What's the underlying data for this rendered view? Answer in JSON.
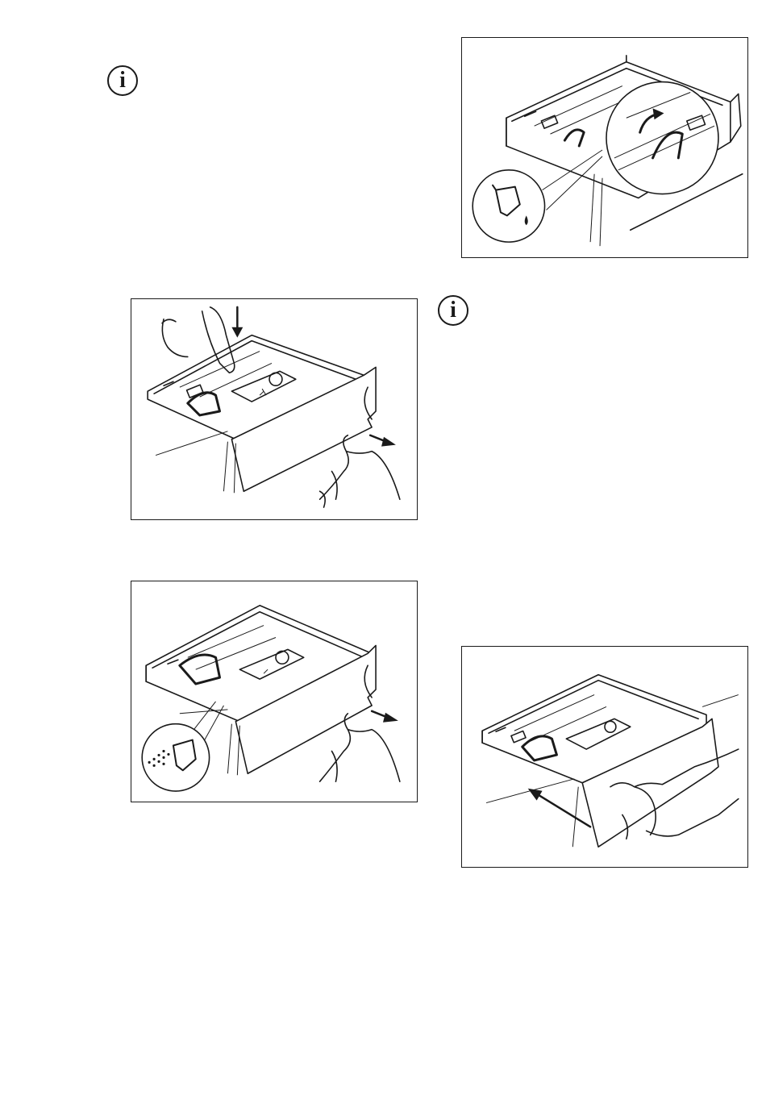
{
  "info_notes": [
    {
      "icon": "info-icon",
      "glyph": "i"
    },
    {
      "icon": "info-icon",
      "glyph": "i"
    }
  ],
  "figures": [
    {
      "id": "flap-lift",
      "icon": "liquid-detergent-icon",
      "arrow": "curved-up-arrow"
    },
    {
      "id": "press-and-pull",
      "arrow": "down-arrow"
    },
    {
      "id": "powder-drawer",
      "icon": "powder-detergent-icon"
    },
    {
      "id": "push-drawer-closed",
      "arrow": "push-in-arrow"
    }
  ]
}
